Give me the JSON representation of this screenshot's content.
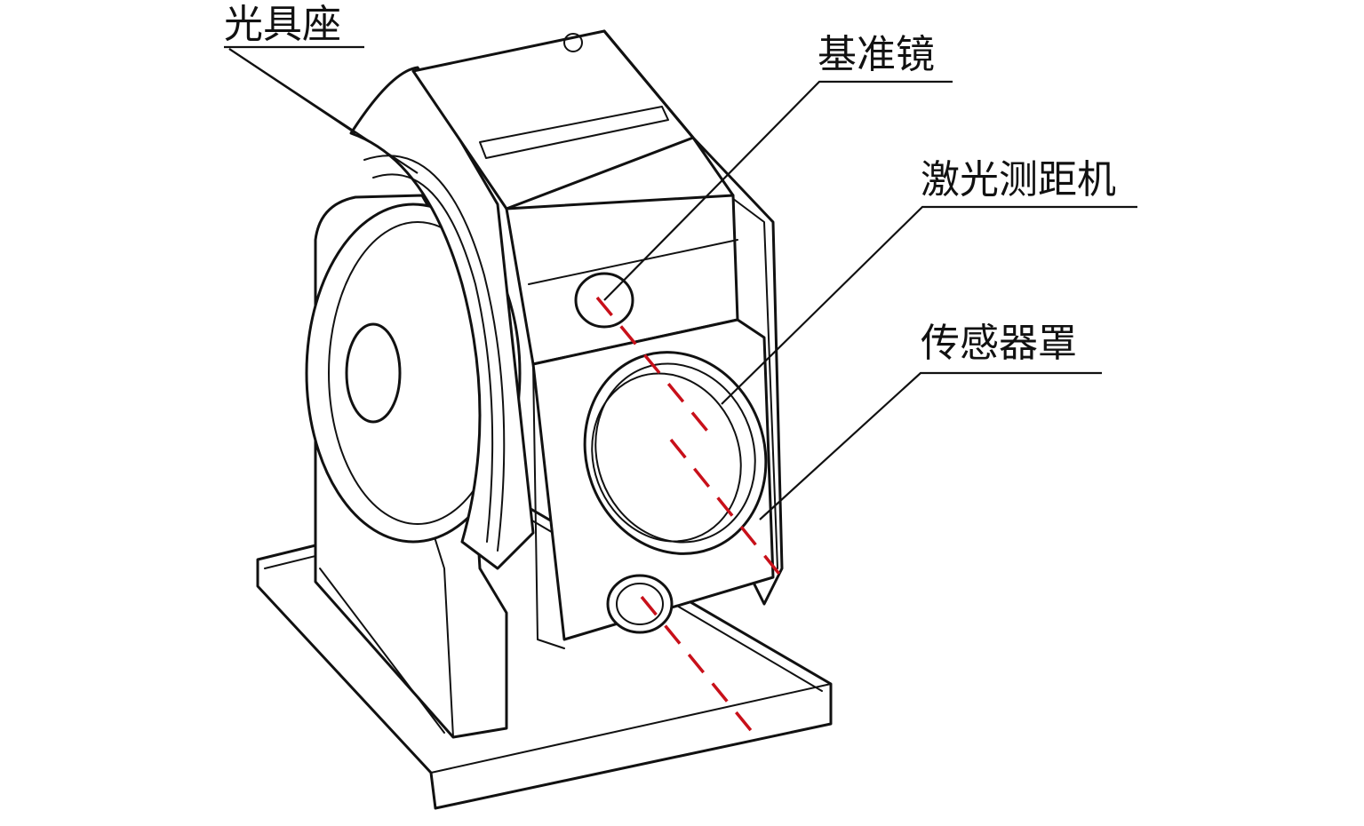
{
  "labels": {
    "mount": "光具座",
    "reference_mirror": "基准镜",
    "laser_rangefinder": "激光测距机",
    "sensor_cover": "传感器罩"
  },
  "colors": {
    "line": "#111111",
    "beam": "#c8101a",
    "background": "#ffffff"
  }
}
